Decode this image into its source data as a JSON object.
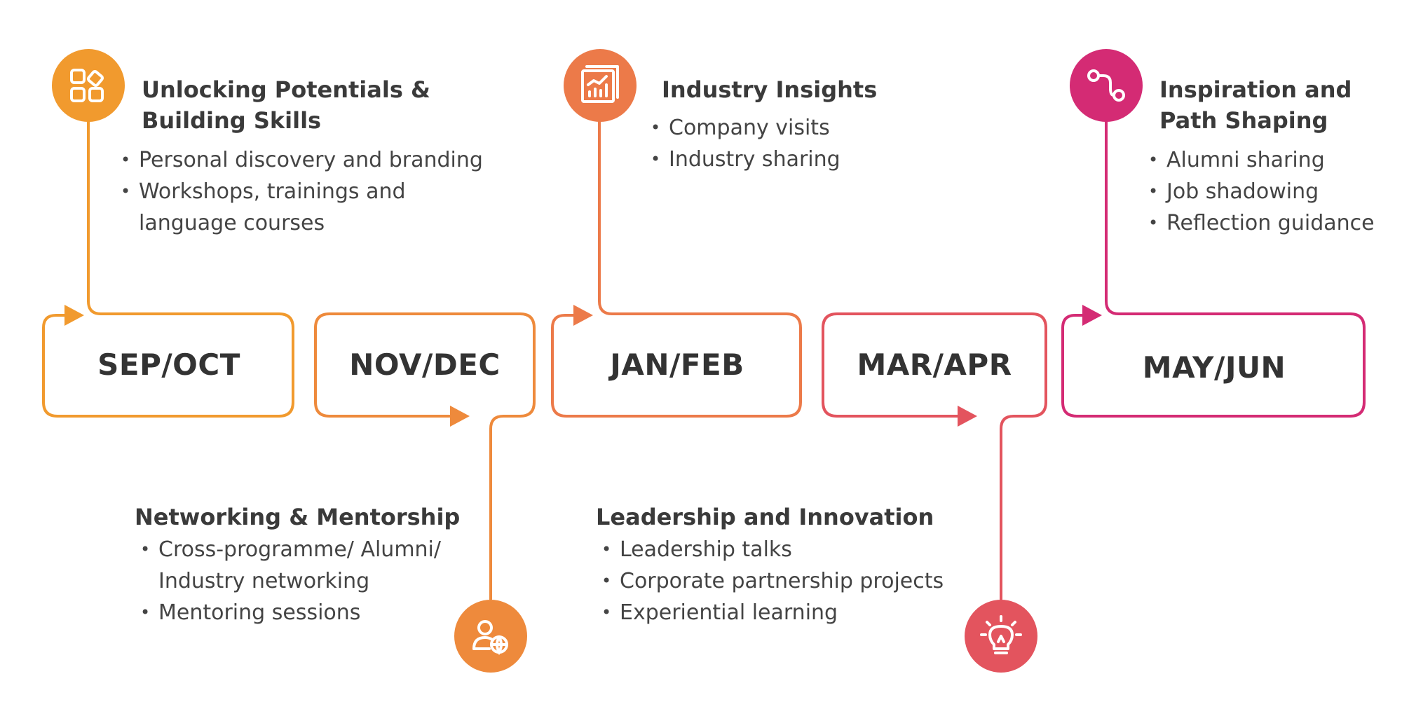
{
  "colors": {
    "stage1": "#F19A2E",
    "stage2": "#EE8A3C",
    "stage3": "#EC7A49",
    "stage4": "#E3545E",
    "stage5": "#D42B74"
  },
  "periods": [
    "SEP/OCT",
    "NOV/DEC",
    "JAN/FEB",
    "MAR/APR",
    "MAY/JUN"
  ],
  "stages": [
    {
      "title_lines": [
        "Unlocking Potentials &",
        "Building Skills"
      ],
      "bullets": [
        "Personal discovery and branding",
        "Workshops, trainings and language courses"
      ],
      "icon": "apps-grid-icon"
    },
    {
      "title_lines": [
        "Networking & Mentorship"
      ],
      "bullets": [
        "Cross-programme/ Alumni/ Industry networking",
        "Mentoring sessions"
      ],
      "icon": "user-globe-icon"
    },
    {
      "title_lines": [
        "Industry Insights"
      ],
      "bullets": [
        "Company visits",
        "Industry sharing"
      ],
      "icon": "analytics-chart-icon"
    },
    {
      "title_lines": [
        "Leadership and Innovation"
      ],
      "bullets": [
        "Leadership talks",
        "Corporate partnership projects",
        "Experiential learning"
      ],
      "icon": "lightbulb-icon"
    },
    {
      "title_lines": [
        "Inspiration and",
        "Path Shaping"
      ],
      "bullets": [
        "Alumni sharing",
        "Job shadowing",
        "Reflection guidance"
      ],
      "icon": "path-route-icon"
    }
  ]
}
